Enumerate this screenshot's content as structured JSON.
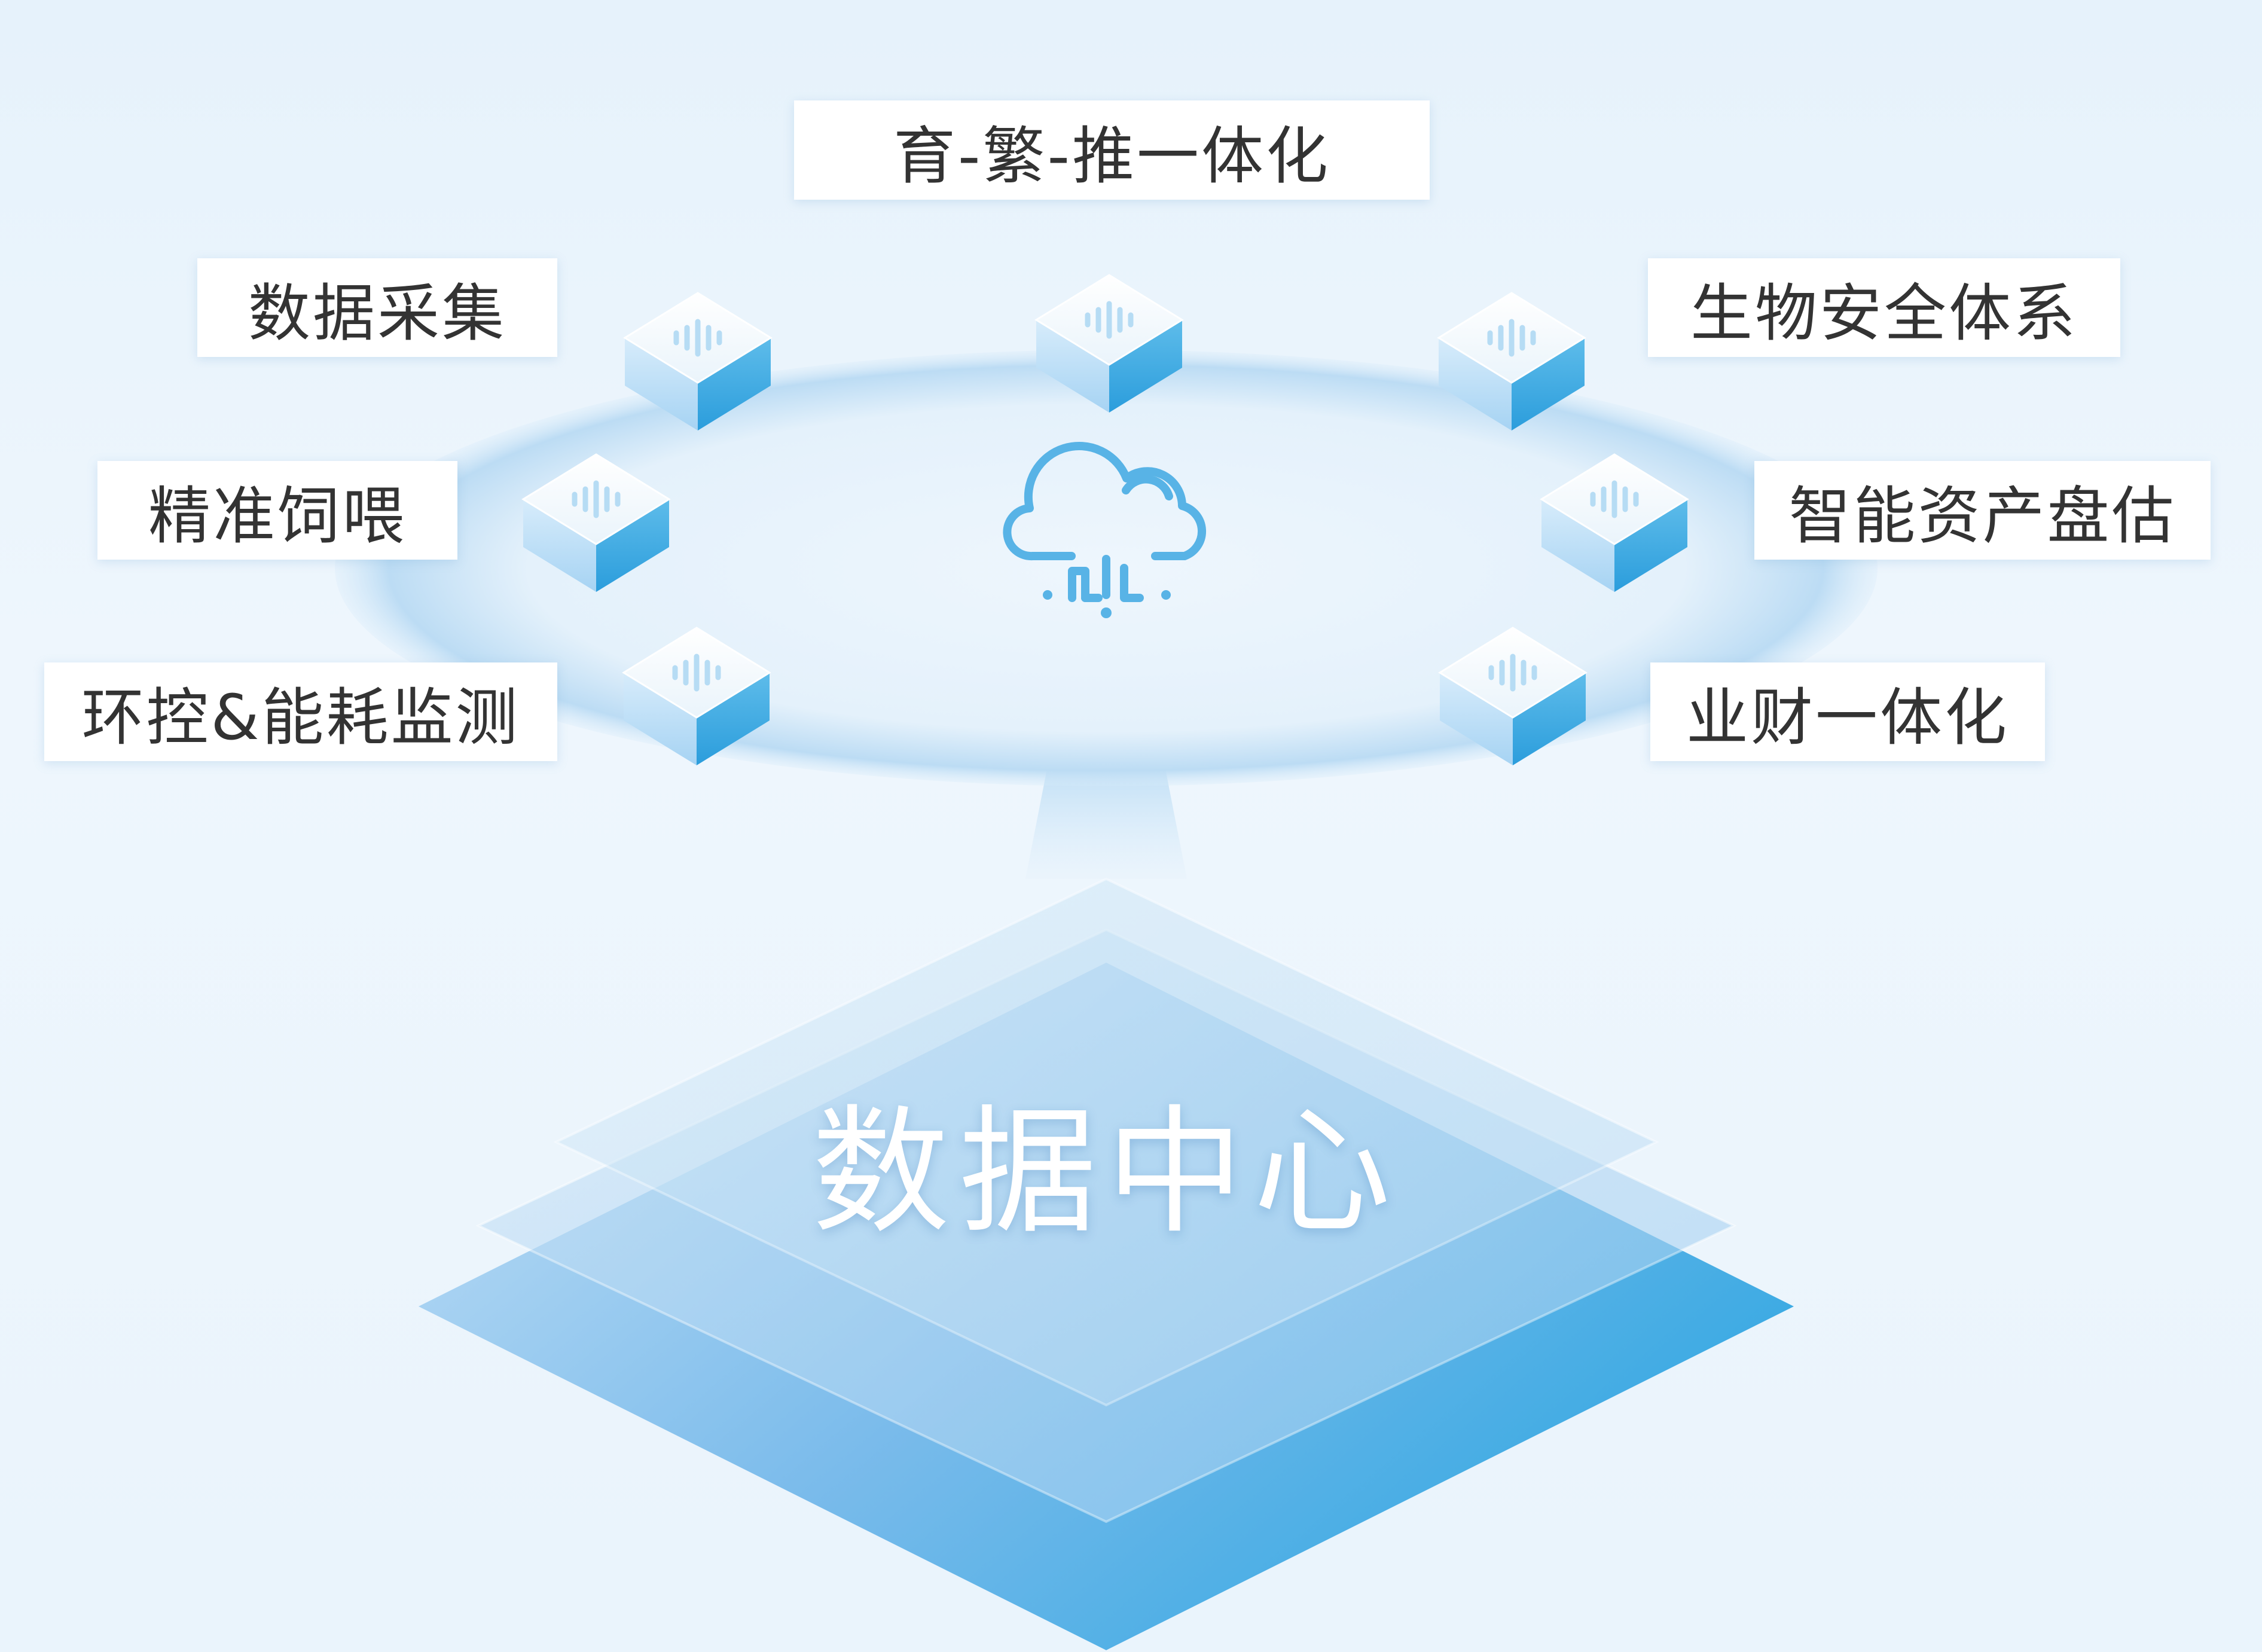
{
  "center_title": "数据中心",
  "modules": [
    {
      "id": "breeding",
      "label": "育-繁-推一体化"
    },
    {
      "id": "data-collection",
      "label": "数据采集"
    },
    {
      "id": "biosecurity",
      "label": "生物安全体系"
    },
    {
      "id": "precision-feeding",
      "label": "精准饲喂"
    },
    {
      "id": "asset-valuation",
      "label": "智能资产盘估"
    },
    {
      "id": "env-energy",
      "label": "环控&能耗监测"
    },
    {
      "id": "finance",
      "label": "业财一体化"
    }
  ],
  "icons": {
    "hub": "cloud-upload-icon",
    "node": "soundwave-cube-icon",
    "flow": "up-arrow-icon"
  },
  "colors": {
    "background": "#eaf4fc",
    "accent": "#39a9e3",
    "layer_light": "#b9daf3",
    "label_text": "#333333",
    "label_bg": "#ffffff"
  }
}
